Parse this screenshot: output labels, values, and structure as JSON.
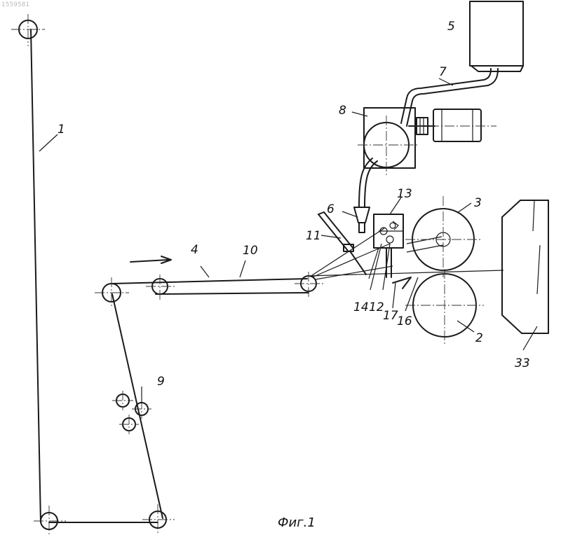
{
  "corner_text": "1559581",
  "caption": "Фиг.1",
  "labels": {
    "l1": "1",
    "l2": "2",
    "l3": "3",
    "l4": "4",
    "l5": "5",
    "l6": "6",
    "l7": "7",
    "l8": "8",
    "l9": "9",
    "l10": "10",
    "l11": "11",
    "l12": "12",
    "l13": "13",
    "l14": "14",
    "l16": "16",
    "l17": "17",
    "l33": "33"
  }
}
